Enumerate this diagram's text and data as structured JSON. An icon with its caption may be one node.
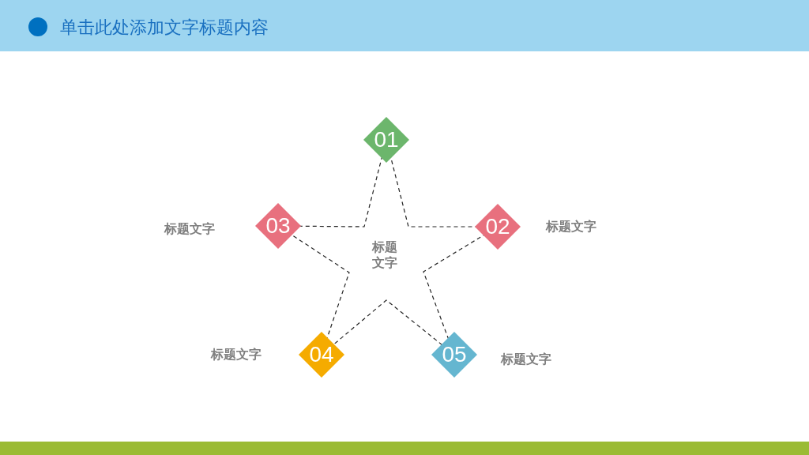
{
  "diagram": {
    "title": "单击此处添加文字标题内容",
    "nodes": [
      {
        "text": [
          "标题文字"
        ]
      },
      {
        "text": [
          "01"
        ]
      },
      {
        "text": [
          "02"
        ]
      },
      {
        "text": [
          "03"
        ]
      },
      {
        "text": [
          "04"
        ]
      },
      {
        "text": [
          "05"
        ]
      }
    ],
    "labels": [
      "标题文字",
      "标题文字",
      "标题文字",
      "标题文字"
    ]
  }
}
